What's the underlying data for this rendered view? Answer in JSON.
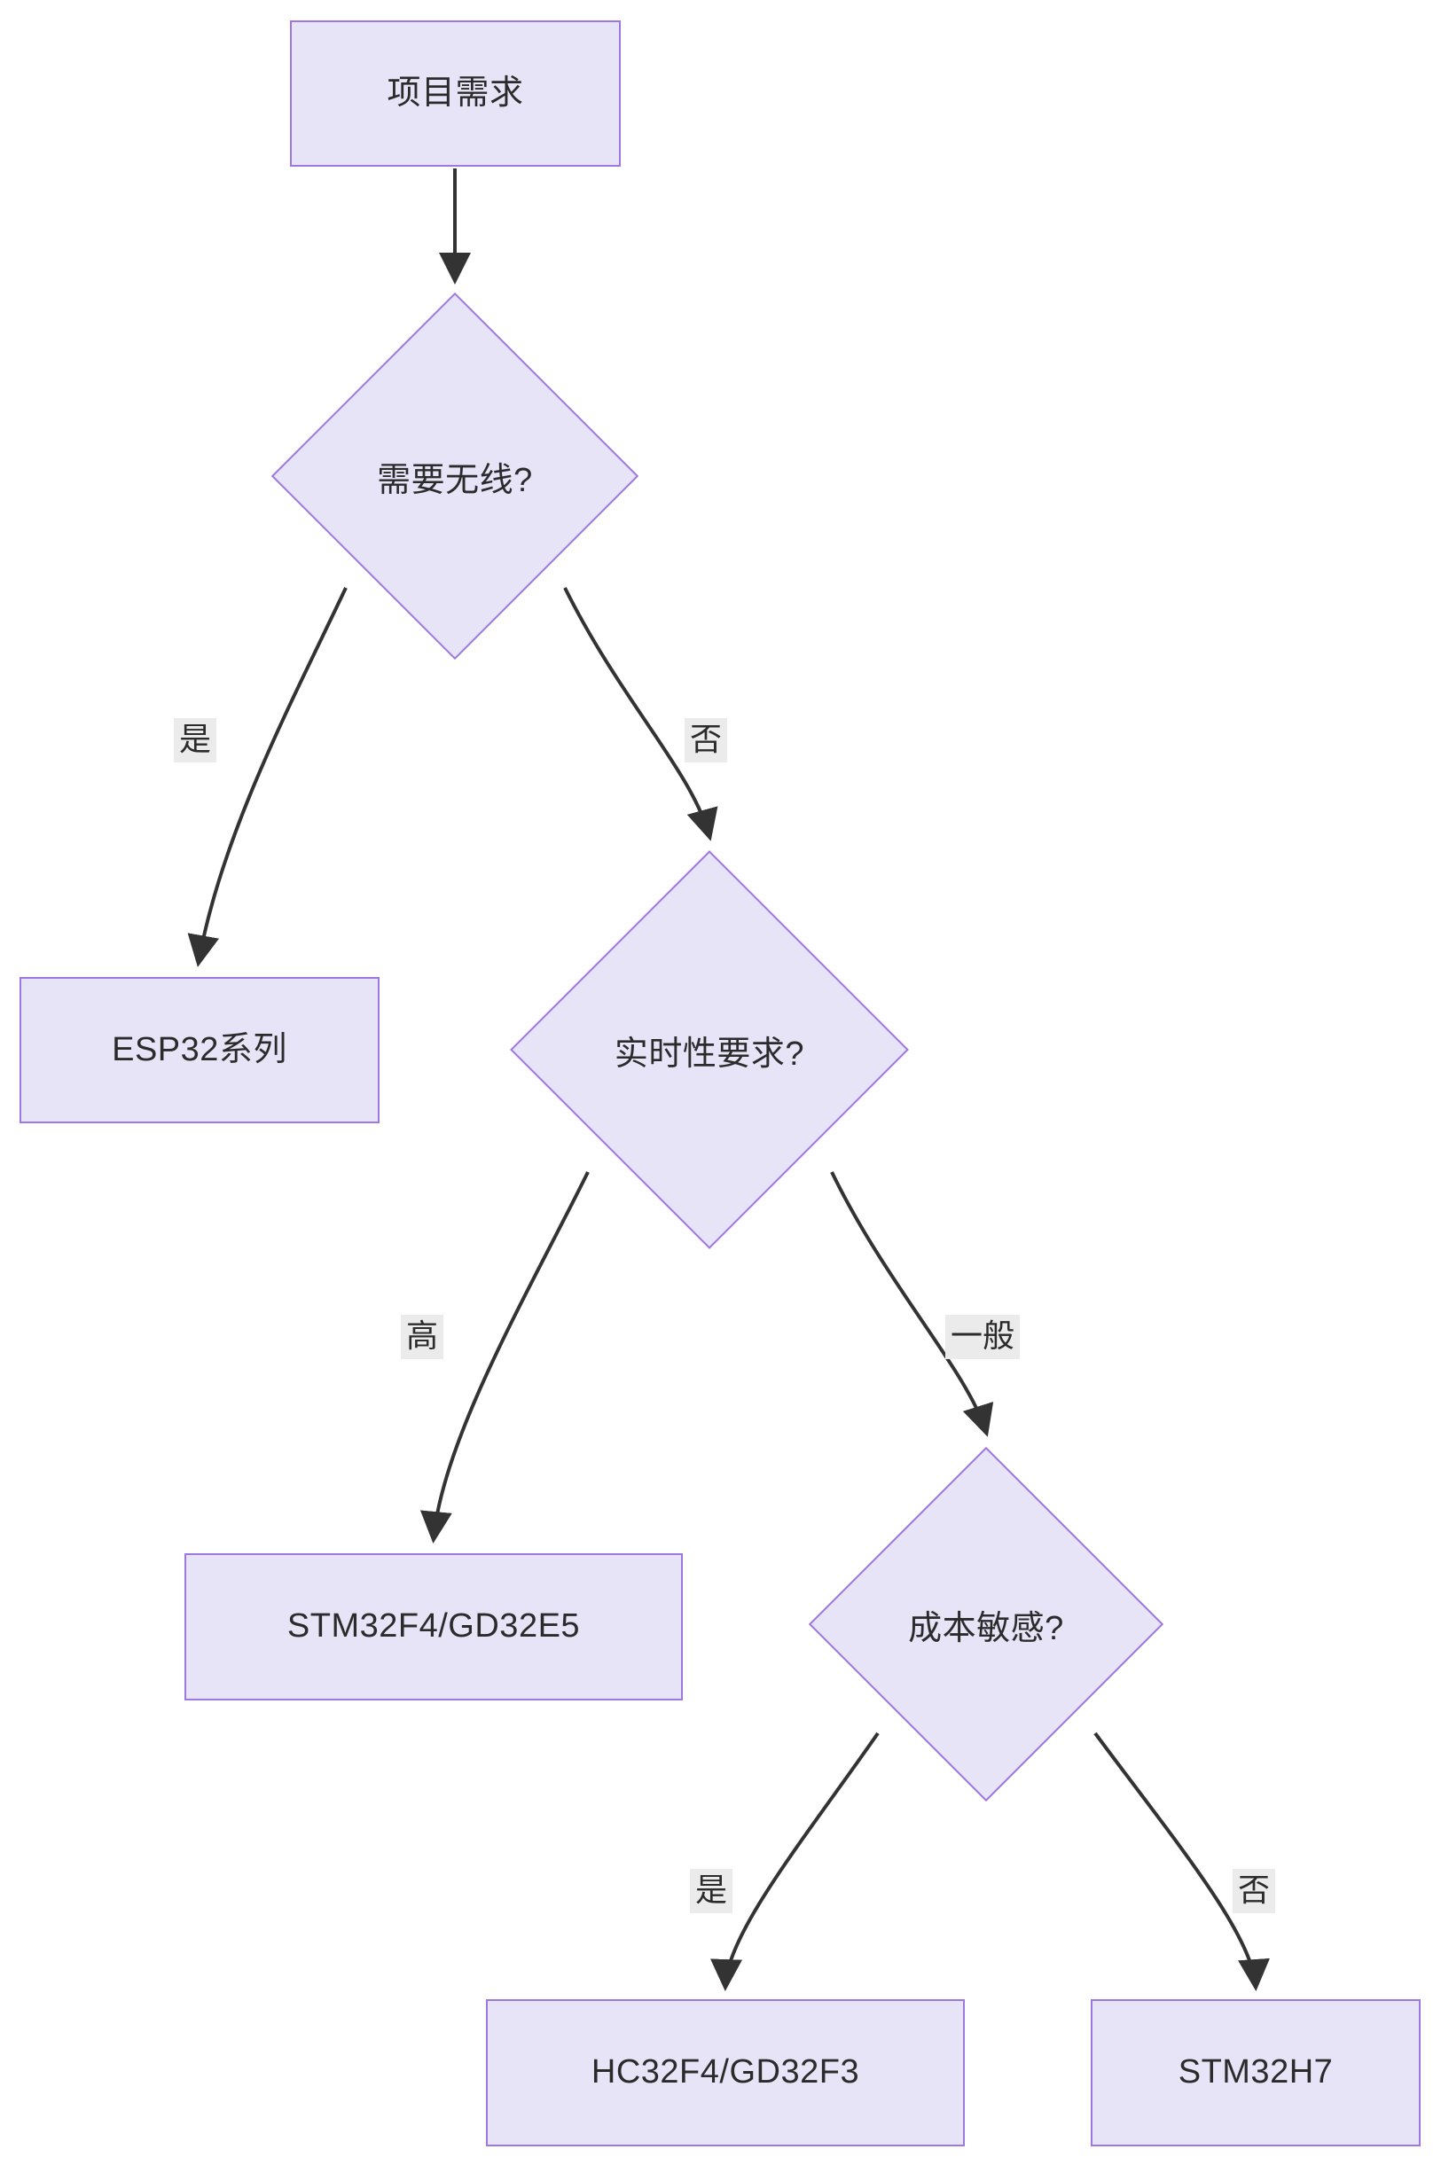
{
  "diagram": {
    "type": "flowchart",
    "direction": "top-down",
    "title": "",
    "theme": {
      "node_fill": "#e8e4f8",
      "node_border": "#9d78e0",
      "edge_stroke": "#333333",
      "text_color": "#2b2b2b",
      "edge_label_bg": "#ebebeb",
      "canvas_bg": "#ffffff"
    },
    "nodes": [
      {
        "id": "start",
        "shape": "rect",
        "label": "项目需求"
      },
      {
        "id": "wireless",
        "shape": "diamond",
        "label": "需要无线?"
      },
      {
        "id": "esp32",
        "shape": "rect",
        "label": "ESP32系列"
      },
      {
        "id": "realtime",
        "shape": "diamond",
        "label": "实时性要求?"
      },
      {
        "id": "stm32f4",
        "shape": "rect",
        "label": "STM32F4/GD32E5"
      },
      {
        "id": "cost",
        "shape": "diamond",
        "label": "成本敏感?"
      },
      {
        "id": "hc32f4",
        "shape": "rect",
        "label": "HC32F4/GD32F3"
      },
      {
        "id": "stm32h7",
        "shape": "rect",
        "label": "STM32H7"
      }
    ],
    "edges": [
      {
        "from": "start",
        "to": "wireless",
        "label": ""
      },
      {
        "from": "wireless",
        "to": "esp32",
        "label": "是"
      },
      {
        "from": "wireless",
        "to": "realtime",
        "label": "否"
      },
      {
        "from": "realtime",
        "to": "stm32f4",
        "label": "高"
      },
      {
        "from": "realtime",
        "to": "cost",
        "label": "一般"
      },
      {
        "from": "cost",
        "to": "hc32f4",
        "label": "是"
      },
      {
        "from": "cost",
        "to": "stm32h7",
        "label": "否"
      }
    ]
  }
}
